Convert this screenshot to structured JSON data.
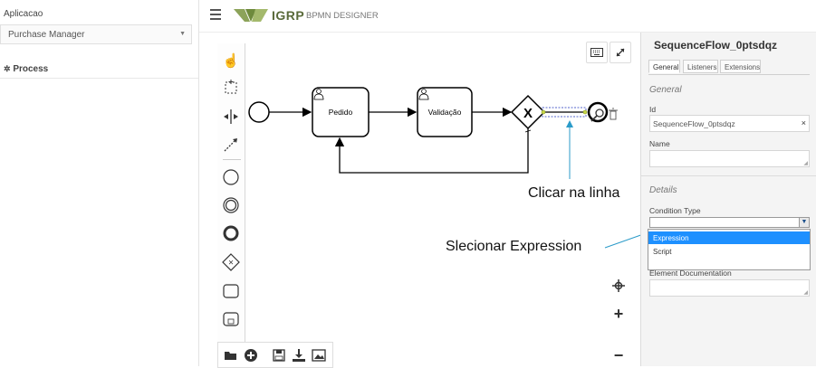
{
  "sidebar": {
    "app_label": "Aplicacao",
    "app_select_value": "Purchase Manager",
    "process_label": "Process"
  },
  "header": {
    "brand": "IGRP",
    "subtitle": "BPMN DESIGNER"
  },
  "diagram": {
    "task1_label": "Pedido",
    "task2_label": "Validação"
  },
  "properties": {
    "title": "SequenceFlow_0ptsdqz",
    "tabs": [
      "General",
      "Listeners",
      "Extensions"
    ],
    "section_general": "General",
    "id_label": "Id",
    "id_value": "SequenceFlow_0ptsdqz",
    "id_clear": "×",
    "name_label": "Name",
    "section_details": "Details",
    "condition_type_label": "Condition Type",
    "condition_options": [
      "Expression",
      "Script"
    ],
    "element_doc_label": "Element Documentation"
  },
  "annotations": {
    "click_line": "Clicar na linha",
    "select_expression": "Slecionar Expression"
  },
  "colors": {
    "accent": "#1e90ff",
    "annotation_arrow": "#2b9bc9",
    "brand_green": "#5a6a3a"
  }
}
